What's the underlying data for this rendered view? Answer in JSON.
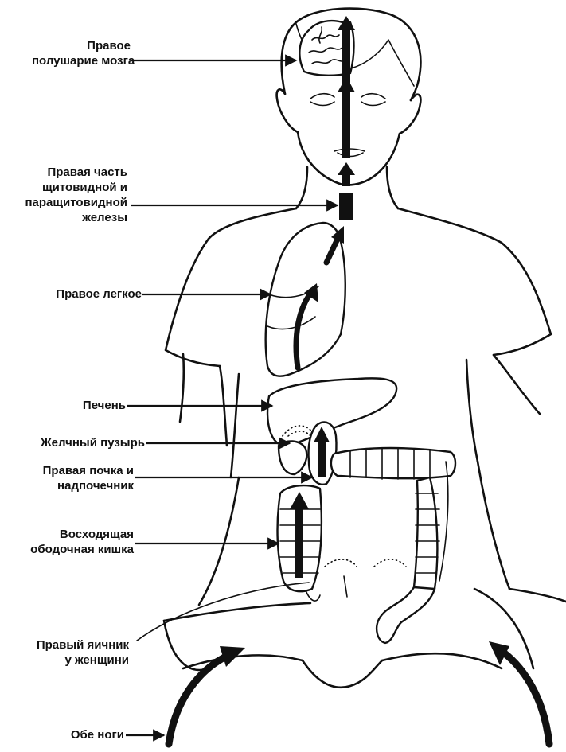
{
  "labels": {
    "right_brain": [
      "Правое",
      "полушарие мозга"
    ],
    "thyroid": [
      "Правая часть",
      "щитовидной и",
      "паращитовидной",
      "железы"
    ],
    "right_lung": [
      "Правое легкое"
    ],
    "liver": [
      "Печень"
    ],
    "gallbladder": [
      "Желчный пузырь"
    ],
    "right_kidney": [
      "Правая почка и",
      "надпочечник"
    ],
    "ascending_colon": [
      "Восходящая",
      "ободочная кишка"
    ],
    "right_ovary": [
      "Правый яичник",
      "у женщини"
    ],
    "both_legs": [
      "Обе ноги"
    ]
  }
}
